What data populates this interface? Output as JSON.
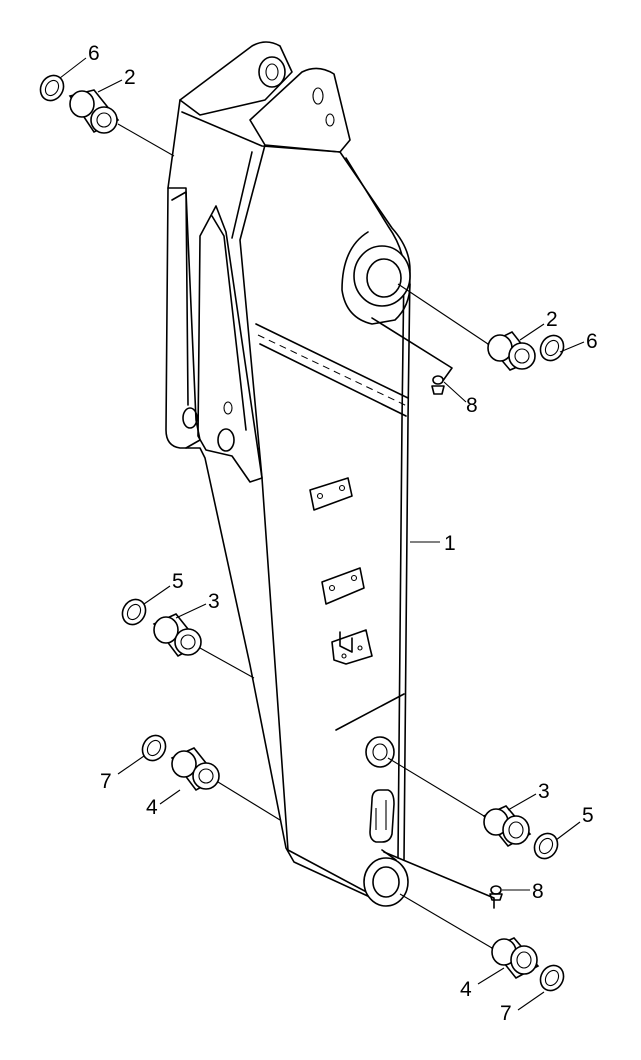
{
  "callouts": [
    {
      "id": "c1",
      "text": "1"
    },
    {
      "id": "c2a",
      "text": "2"
    },
    {
      "id": "c2b",
      "text": "2"
    },
    {
      "id": "c3a",
      "text": "3"
    },
    {
      "id": "c3b",
      "text": "3"
    },
    {
      "id": "c4a",
      "text": "4"
    },
    {
      "id": "c4b",
      "text": "4"
    },
    {
      "id": "c5a",
      "text": "5"
    },
    {
      "id": "c5b",
      "text": "5"
    },
    {
      "id": "c6a",
      "text": "6"
    },
    {
      "id": "c6b",
      "text": "6"
    },
    {
      "id": "c7a",
      "text": "7"
    },
    {
      "id": "c7b",
      "text": "7"
    },
    {
      "id": "c8a",
      "text": "8"
    },
    {
      "id": "c8b",
      "text": "8"
    }
  ]
}
